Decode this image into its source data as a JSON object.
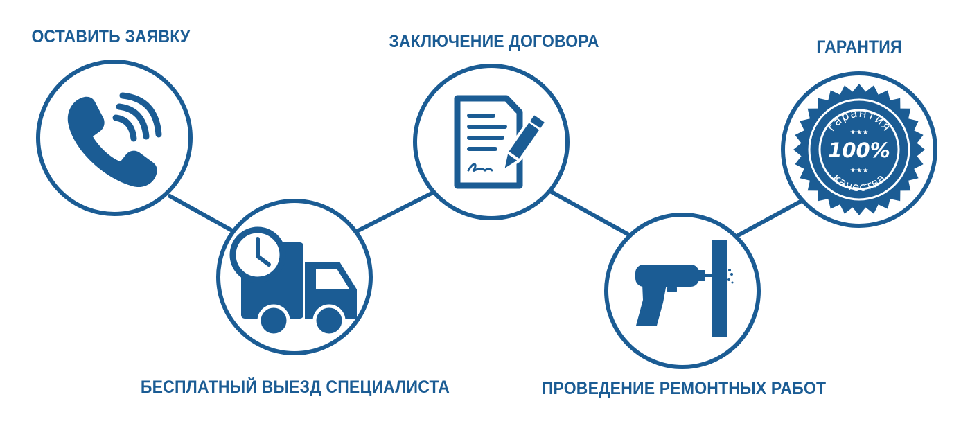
{
  "colors": {
    "primary": "#1b5c94",
    "background": "#ffffff"
  },
  "steps": [
    {
      "label": "ОСТАВИТЬ ЗАЯВКУ",
      "icon": "phone-icon"
    },
    {
      "label": "БЕСПЛАТНЫЙ ВЫЕЗД СПЕЦИАЛИСТА",
      "icon": "delivery-truck-clock-icon"
    },
    {
      "label": "ЗАКЛЮЧЕНИЕ ДОГОВОРА",
      "icon": "contract-pen-icon"
    },
    {
      "label": "ПРОВЕДЕНИЕ РЕМОНТНЫХ РАБОТ",
      "icon": "drill-icon"
    },
    {
      "label": "ГАРАНТИЯ",
      "icon": "guarantee-seal-icon"
    }
  ],
  "seal": {
    "top_text": "гарантия",
    "center_text": "100%",
    "bottom_text": "качества"
  }
}
